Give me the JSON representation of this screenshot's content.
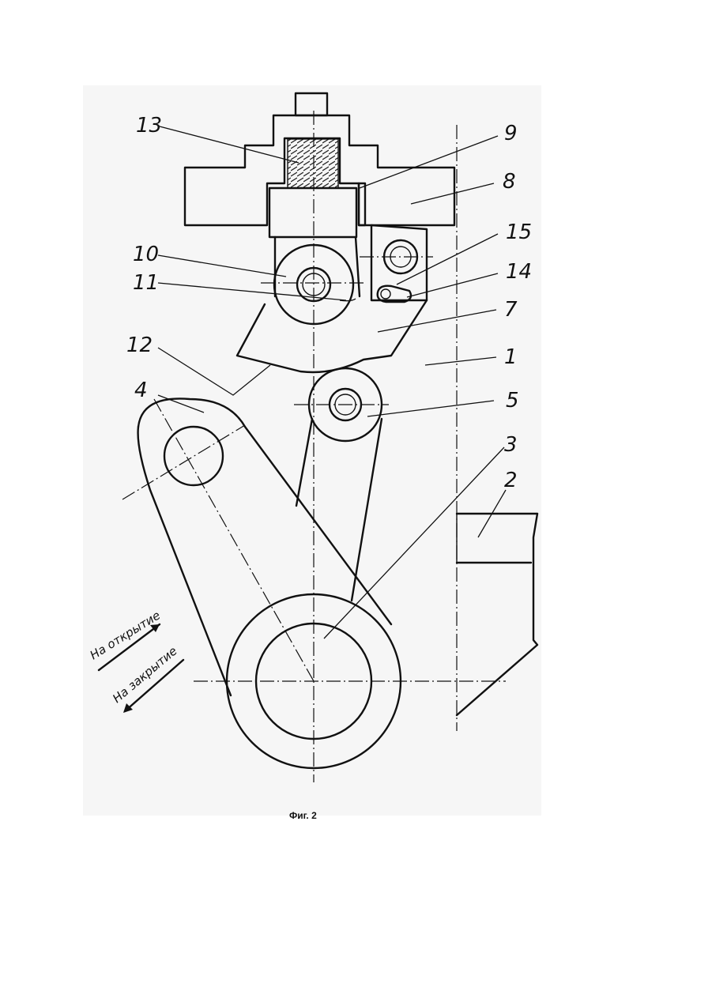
{
  "figure": {
    "caption": "Фиг. 2",
    "direction_open": "На открытие",
    "direction_close": "На закрытие",
    "labels": {
      "n1": "1",
      "n2": "2",
      "n3": "3",
      "n4": "4",
      "n5": "5",
      "n7": "7",
      "n8": "8",
      "n9": "9",
      "n10": "10",
      "n11": "11",
      "n12": "12",
      "n13": "13",
      "n14": "14",
      "n15": "15"
    }
  }
}
